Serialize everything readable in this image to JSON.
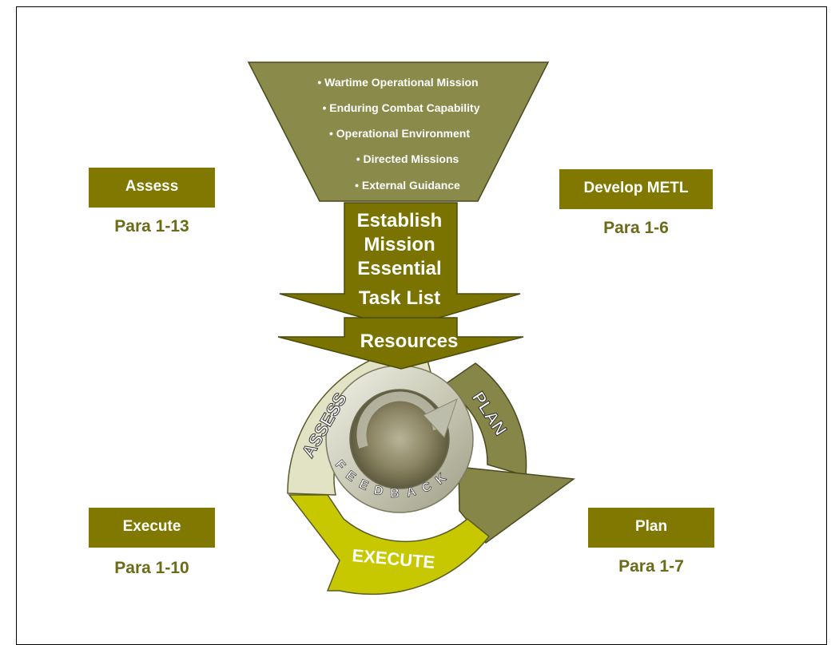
{
  "funnel": {
    "items": [
      "• Wartime Operational Mission",
      "• Enduring Combat Capability",
      "• Operational Environment",
      "• Directed Missions",
      "• External Guidance"
    ]
  },
  "arrow": {
    "lines": [
      "Establish",
      "Mission",
      "Essential",
      "Task List"
    ],
    "resources": "Resources"
  },
  "cycle": {
    "assess": "ASSESS",
    "plan": "PLAN",
    "execute": "EXECUTE",
    "feedback": "FEEDBACK"
  },
  "side": {
    "assess": {
      "label": "Assess",
      "para": "Para 1-13"
    },
    "develop": {
      "label": "Develop METL",
      "para": "Para 1-6"
    },
    "execute": {
      "label": "Execute",
      "para": "Para 1-10"
    },
    "plan": {
      "label": "Plan",
      "para": "Para 1-7"
    }
  },
  "colors": {
    "olive": "#807800",
    "funnel": "#8a8a4a",
    "assess_segment": "#e2e2c4",
    "execute_segment": "#c8c800",
    "plan_segment": "#868648"
  }
}
